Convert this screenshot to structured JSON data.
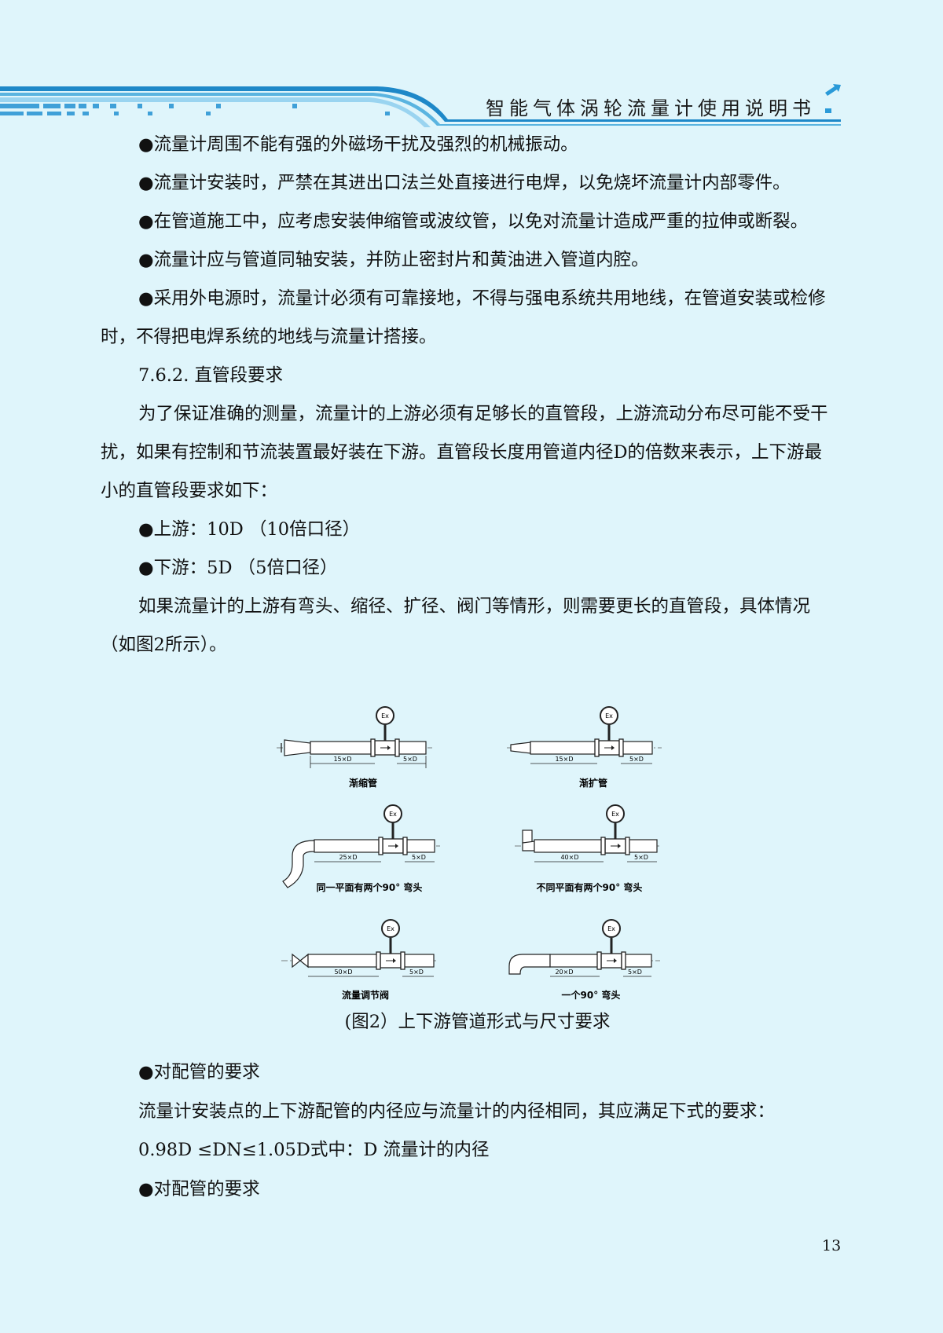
{
  "header": {
    "title": "智能气体涡轮流量计使用说明书",
    "accent_color": "#1e88c8",
    "icon": "arrow-corner-icon"
  },
  "body": {
    "p1": "●流量计周围不能有强的外磁场干扰及强烈的机械振动。",
    "p2": "●流量计安装时，严禁在其进出口法兰处直接进行电焊，以免烧坏流量计内部零件。",
    "p3": "●在管道施工中，应考虑安装伸缩管或波纹管，以免对流量计造成严重的拉伸或断裂。",
    "p4": "●流量计应与管道同轴安装，并防止密封片和黄油进入管道内腔。",
    "p5": "●采用外电源时，流量计必须有可靠接地，不得与强电系统共用地线，在管道安装或检修时，不得把电焊系统的地线与流量计搭接。",
    "section": "7.6.2. 直管段要求",
    "p6": "为了保证准确的测量，流量计的上游必须有足够长的直管段，上游流动分布尽可能不受干扰，如果有控制和节流装置最好装在下游。直管段长度用管道内径D的倍数来表示，上下游最小的直管段要求如下：",
    "up": "●上游：10D  （10倍口径）",
    "down": "●下游：5D  （5倍口径）",
    "p7": "如果流量计的上游有弯头、缩径、扩径、阀门等情形，则需要更长的直管段，具体情况（如图2所示）。"
  },
  "figure": {
    "meter_label": "Ex",
    "d1": {
      "up": "15×D",
      "down": "5×D",
      "label": "渐缩管"
    },
    "d2": {
      "up": "15×D",
      "down": "5×D",
      "label": "渐扩管"
    },
    "d3": {
      "up": "25×D",
      "down": "5×D",
      "label": "同一平面有两个90° 弯头"
    },
    "d4": {
      "up": "40×D",
      "down": "5×D",
      "label": "不同平面有两个90° 弯头"
    },
    "d5": {
      "up": "50×D",
      "down": "5×D",
      "label": "流量调节阀"
    },
    "d6": {
      "up": "20×D",
      "down": "5×D",
      "label": "一个90° 弯头"
    },
    "caption": "(图2）上下游管道形式与尺寸要求"
  },
  "lower": {
    "h1": "●对配管的要求",
    "p1": "流量计安装点的上下游配管的内径应与流量计的内径相同，其应满足下式的要求：",
    "p2": "0.98D ≤DN≤1.05D式中：D 流量计的内径",
    "h2": "●对配管的要求"
  },
  "page_number": "13"
}
